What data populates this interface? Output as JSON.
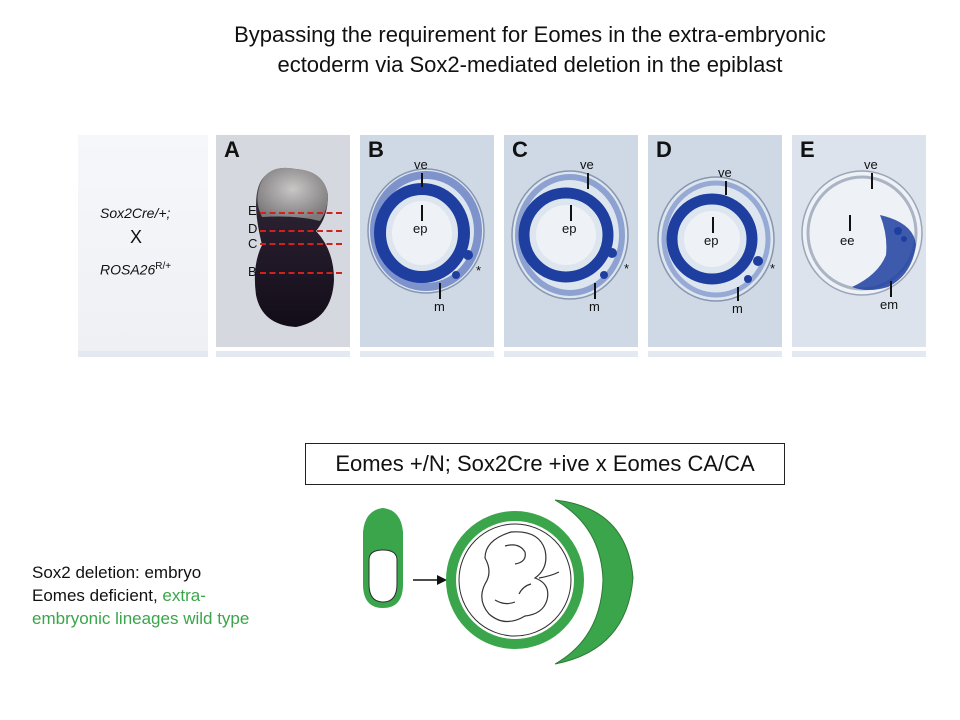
{
  "title": {
    "line1": "Bypassing the requirement for Eomes in the extra-embryonic",
    "line2": "ectoderm via Sox2-mediated deletion in the epiblast"
  },
  "cross_panel": {
    "parent1": "Sox2Cre/+;",
    "x": "X",
    "parent2_base": "ROSA26",
    "parent2_sup": "R/+"
  },
  "panels": [
    {
      "letter": "A",
      "cut_labels": [
        "E",
        "D",
        "C",
        "B"
      ]
    },
    {
      "letter": "B",
      "labels": {
        "top": "ve",
        "center": "ep",
        "bottom": "m",
        "star": "*"
      }
    },
    {
      "letter": "C",
      "labels": {
        "top": "ve",
        "center": "ep",
        "bottom": "m",
        "star": "*"
      }
    },
    {
      "letter": "D",
      "labels": {
        "top": "ve",
        "center": "ep",
        "bottom": "m",
        "star": "*"
      }
    },
    {
      "letter": "E",
      "labels": {
        "top": "ve",
        "center": "ee",
        "bottom": "em"
      }
    }
  ],
  "cross": {
    "text": "Eomes +/N; Sox2Cre +ive x Eomes CA/CA"
  },
  "note": {
    "line1": "Sox2 deletion:  embryo",
    "line2": "Eomes deficient, ",
    "line2_green": "extra-",
    "line3_green": "embryonic lineages wild type"
  },
  "colors": {
    "green": "#3aa54a",
    "cut_line": "#d0211c",
    "stain": "#1e3fa0"
  }
}
